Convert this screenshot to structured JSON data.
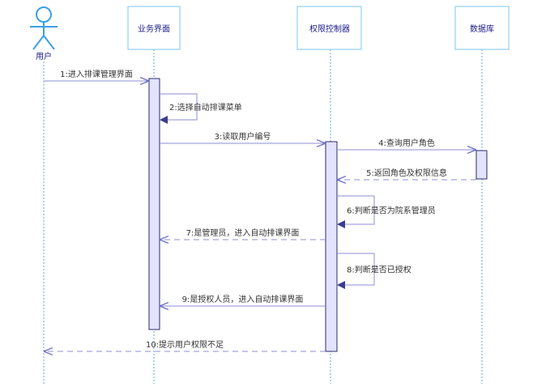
{
  "colors": {
    "line": "#8c8cd8",
    "lifeline": "#6aa3d8",
    "box_fill": "#ffffff",
    "box_stroke": "#7ec4f2",
    "activation_fill": "#e3e3ff",
    "activation_stroke": "#2b2b6a",
    "actor": "#3aa0e6"
  },
  "participants": [
    {
      "id": "user",
      "label": "用户",
      "kind": "actor"
    },
    {
      "id": "ui",
      "label": "业务界面",
      "kind": "box"
    },
    {
      "id": "auth",
      "label": "权限控制器",
      "kind": "box"
    },
    {
      "id": "db",
      "label": "数据库",
      "kind": "box"
    }
  ],
  "messages": [
    {
      "label": "1:进入排课管理界面",
      "from": "user",
      "to": "ui",
      "style": "sync"
    },
    {
      "label": "2:选择自动排课菜单",
      "from": "ui",
      "to": "ui",
      "style": "self"
    },
    {
      "label": "3:读取用户编号",
      "from": "ui",
      "to": "auth",
      "style": "sync"
    },
    {
      "label": "4:查询用户角色",
      "from": "auth",
      "to": "db",
      "style": "sync"
    },
    {
      "label": "5:返回角色及权限信息",
      "from": "db",
      "to": "auth",
      "style": "return"
    },
    {
      "label": "6:判断是否为院系管理员",
      "from": "auth",
      "to": "auth",
      "style": "self"
    },
    {
      "label": "7:是管理员，进入自动排课界面",
      "from": "auth",
      "to": "ui",
      "style": "return"
    },
    {
      "label": "8:判断是否已授权",
      "from": "auth",
      "to": "auth",
      "style": "self"
    },
    {
      "label": "9:是授权人员，进入自动排课界面",
      "from": "auth",
      "to": "ui",
      "style": "sync"
    },
    {
      "label": "10:提示用户权限不足",
      "from": "auth",
      "to": "user",
      "style": "return"
    }
  ]
}
